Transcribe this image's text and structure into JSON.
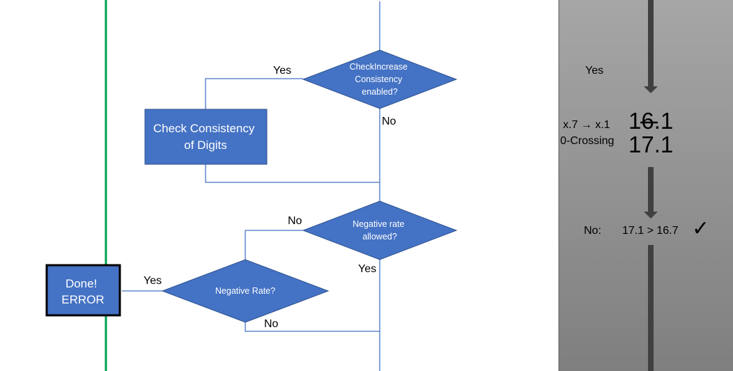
{
  "flowchart": {
    "nodes": {
      "check_increase": {
        "lines": [
          "CheckIncrease",
          "Consistency",
          "enabled?"
        ]
      },
      "check_consistency": {
        "lines": [
          "Check Consistency",
          "of Digits"
        ]
      },
      "negative_rate_allowed": {
        "lines": [
          "Negative rate",
          "allowed?"
        ]
      },
      "negative_rate": {
        "lines": [
          "Negative Rate?"
        ]
      },
      "done_error": {
        "lines": [
          "Done!",
          "ERROR"
        ]
      }
    },
    "edge_labels": {
      "check_increase_yes": "Yes",
      "check_increase_no": "No",
      "negative_rate_allowed_no": "No",
      "negative_rate_allowed_yes": "Yes",
      "negative_rate_yes": "Yes",
      "negative_rate_no": "No"
    }
  },
  "side_panel": {
    "yes_label": "Yes",
    "transition_label": "x.7 → x.1",
    "zero_crossing_label": "0-Crossing",
    "old_value": "16.1",
    "new_value": "17.1",
    "no_label": "No:",
    "comparison": "17.1 > 16.7",
    "check_mark": "✓"
  },
  "colors": {
    "shape_fill": "#4472c4",
    "shape_stroke": "#2f528f",
    "connector": "#4472c4",
    "swimlane_line": "#00a050",
    "panel_gradient_top": "#a6a6a6",
    "panel_gradient_bottom": "#7f7f7f",
    "panel_arrow": "#404040"
  }
}
